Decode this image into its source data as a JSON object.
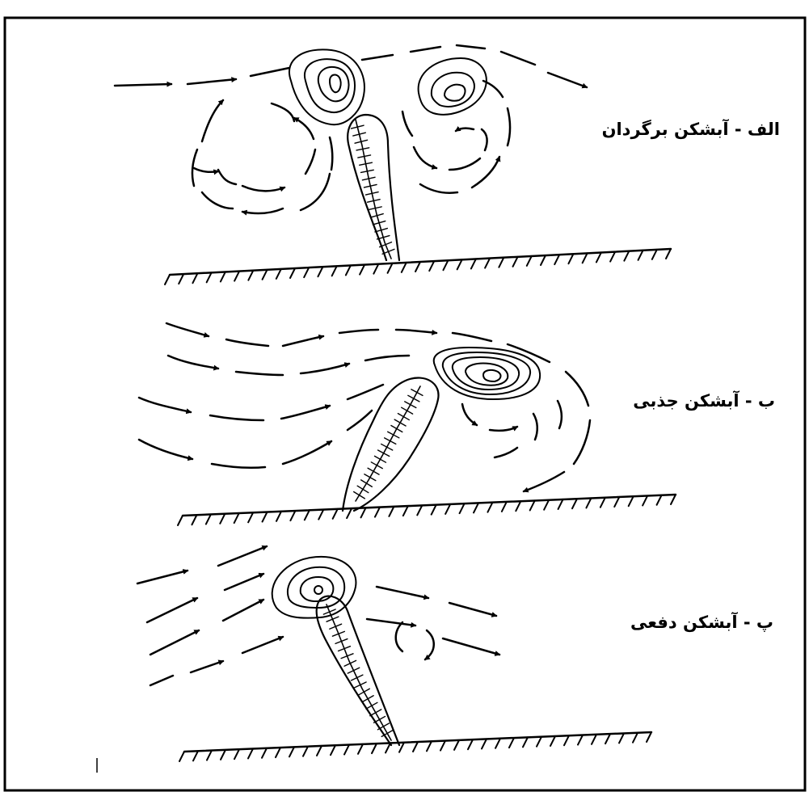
{
  "panels": [
    {
      "label": "الف - آبشکن برگردان"
    },
    {
      "label": "ب - آبشکن جذبی"
    },
    {
      "label": "پ - آبشکن دفعی"
    }
  ],
  "colors": {
    "ink": "#000000",
    "paper": "#ffffff"
  }
}
